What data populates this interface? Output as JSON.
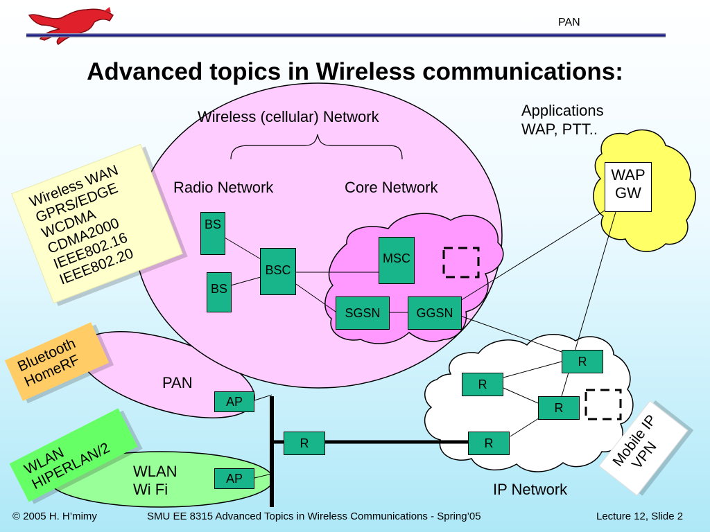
{
  "slide": {
    "header_label": "PAN",
    "title": "Advanced topics in Wireless communications:"
  },
  "diagram": {
    "cellular_network_label": "Wireless (cellular) Network",
    "radio_network_label": "Radio Network",
    "core_network_label": "Core Network",
    "applications_label": [
      "Applications",
      "WAP, PTT.."
    ],
    "pan_label": "PAN",
    "wlan_label": [
      "WLAN",
      "Wi Fi"
    ],
    "ip_network_label": "IP Network",
    "nodes": {
      "bs1": "BS",
      "bs2": "BS",
      "bsc": "BSC",
      "msc": "MSC",
      "sgsn": "SGSN",
      "ggsn": "GGSN",
      "wap_gw": [
        "WAP",
        "GW"
      ],
      "ap_pan": "AP",
      "ap_wlan": "AP",
      "r_center": "R",
      "r_ip_bottom": "R",
      "r_ip_left": "R",
      "r_ip_right": "R",
      "r_ip_top": "R"
    },
    "notes": {
      "wireless_wan": [
        "Wireless WAN",
        "GPRS/EDGE",
        "WCDMA",
        "CDMA2000",
        "IEEE802.16",
        "IEEE802.20"
      ],
      "bluetooth": [
        "Bluetooth",
        "HomeRF"
      ],
      "wlan_hiperlan": [
        "WLAN",
        "HIPERLAN/2"
      ],
      "mobile_ip": [
        "Mobile IP",
        "VPN"
      ]
    },
    "colors": {
      "cellular_ellipse": "#ffccff",
      "core_cloud": "#ff99ff",
      "app_cloud": "#ffff66",
      "node_green": "#19b58a",
      "wwan_note": "#ffffcc",
      "bluetooth_note": "#ffcc66",
      "wlan_note": "#66ff66",
      "wlan_ellipse": "#99ff99",
      "pan_ellipse": "#ffccff"
    }
  },
  "footer": {
    "copyright": "© 2005 H. H’mimy",
    "course": "SMU EE 8315 Advanced Topics in Wireless Communications - Spring’05",
    "slide_number": "Lecture 12, Slide 2"
  }
}
